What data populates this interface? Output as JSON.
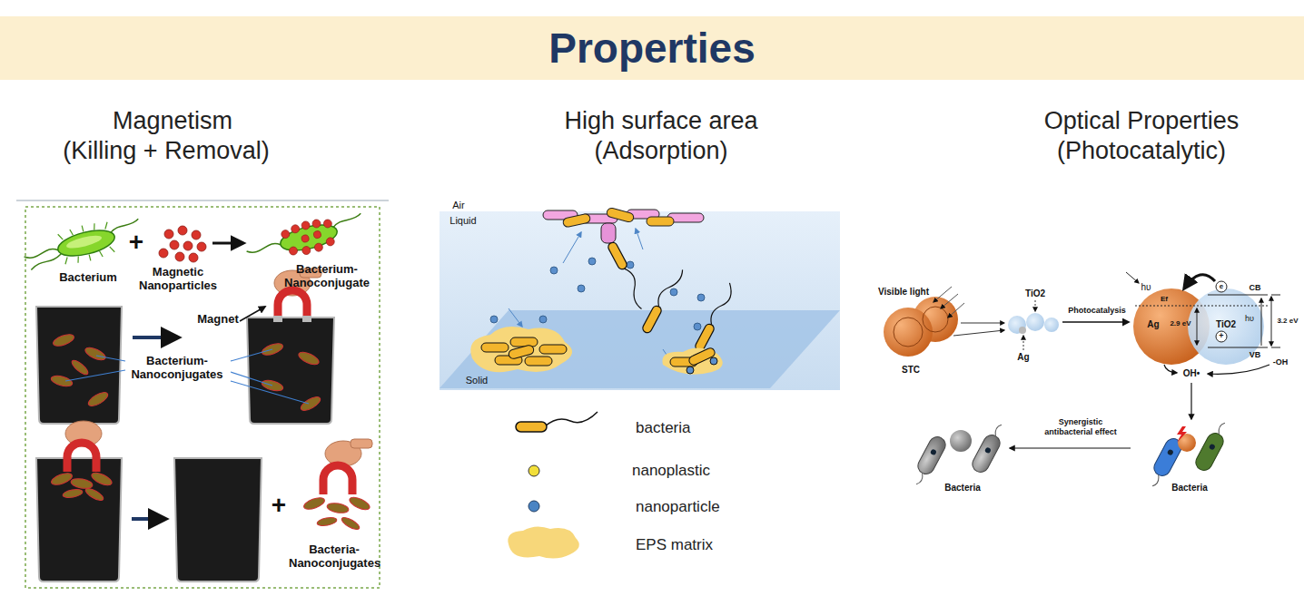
{
  "diagram": {
    "title": "Properties",
    "labels": [
      "Magnetism",
      "(Killing + Removal)",
      "High surface area",
      "(Adsorption)",
      "Optical Properties",
      "(Photocatalytic)",
      "Bacterium",
      "+",
      "Magnetic Nanoparticles",
      "Bacterium-Nanoconjugate",
      "Magnet",
      "Bacterium-Nanoconjugates",
      "+",
      "Bacteria-Nanoconjugates",
      "Air",
      "Liquid",
      "Solid",
      "Visible light",
      "TiO2",
      "Ag",
      "STC",
      "Photocatalysis",
      "hυ",
      "Ef",
      "e",
      "CB",
      "Ag",
      "2.9 eV",
      "TiO2",
      "hυ",
      "3.2 eV",
      "+",
      "VB",
      "-OH",
      "OH•",
      "Synergistic antibacterial effect",
      "Bacteria",
      "Bacteria"
    ],
    "legend": [
      {
        "text": "bacteria"
      },
      {
        "text": "nanoplastic"
      },
      {
        "text": "nanoparticle"
      },
      {
        "text": "EPS matrix"
      }
    ]
  }
}
